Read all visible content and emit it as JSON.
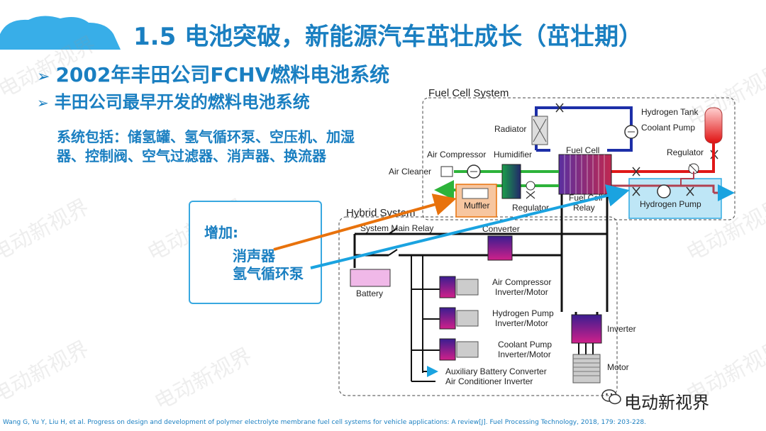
{
  "slide": {
    "title": "1.5 电池突破，新能源汽车茁壮成长（茁壮期）",
    "bullet1": "2002年丰田公司FCHV燃料电池系统",
    "bullet2": "丰田公司最早开发的燃料电池系统",
    "description": "系统包括：储氢罐、氢气循环泵、空压机、加湿器、控制阀、空气过滤器、消声器、换流器",
    "note_title": "增加:",
    "note_items": [
      "消声器",
      "氢气循环泵"
    ],
    "citation": "Wang G, Yu Y, Liu H, et al. Progress on design and development of polymer electrolyte membrane fuel cell systems for vehicle applications: A review[J]. Fuel Processing Technology, 2018, 179: 203-228.",
    "brand": "电动新视界",
    "watermark": "电动新视界",
    "bullet_marker": "➢"
  },
  "diagram": {
    "fuel_cell_system": "Fuel Cell System",
    "hybrid_system": "Hybrid System",
    "hydrogen_tank": "Hydrogen Tank",
    "coolant_pump": "Coolant Pump",
    "radiator": "Radiator",
    "regulator_right": "Regulator",
    "air_compressor": "Air Compressor",
    "humidifier": "Humidifier",
    "fuel_cell": "Fuel Cell",
    "air_cleaner": "Air Cleaner",
    "muffler": "Muffler",
    "regulator_left": "Regulator",
    "fuel_cell_relay_1": "Fuel Cell",
    "fuel_cell_relay_2": "Relay",
    "hydrogen_pump": "Hydrogen Pump",
    "system_main_relay": "System Main Relay",
    "converter": "Converter",
    "battery": "Battery",
    "aci_1": "Air Compressor",
    "aci_2": "Inverter/Motor",
    "hpi_1": "Hydrogen Pump",
    "hpi_2": "Inverter/Motor",
    "cpi_1": "Coolant Pump",
    "cpi_2": "Inverter/Motor",
    "inverter": "Inverter",
    "motor": "Motor",
    "aux_1": "Auxiliary Battery Converter",
    "aux_2": "Air Conditioner Inverter"
  },
  "colors": {
    "accent_blue": "#1a7fc1",
    "highlight_orange": "#e8720c",
    "highlight_blue": "#1aa3e0"
  }
}
